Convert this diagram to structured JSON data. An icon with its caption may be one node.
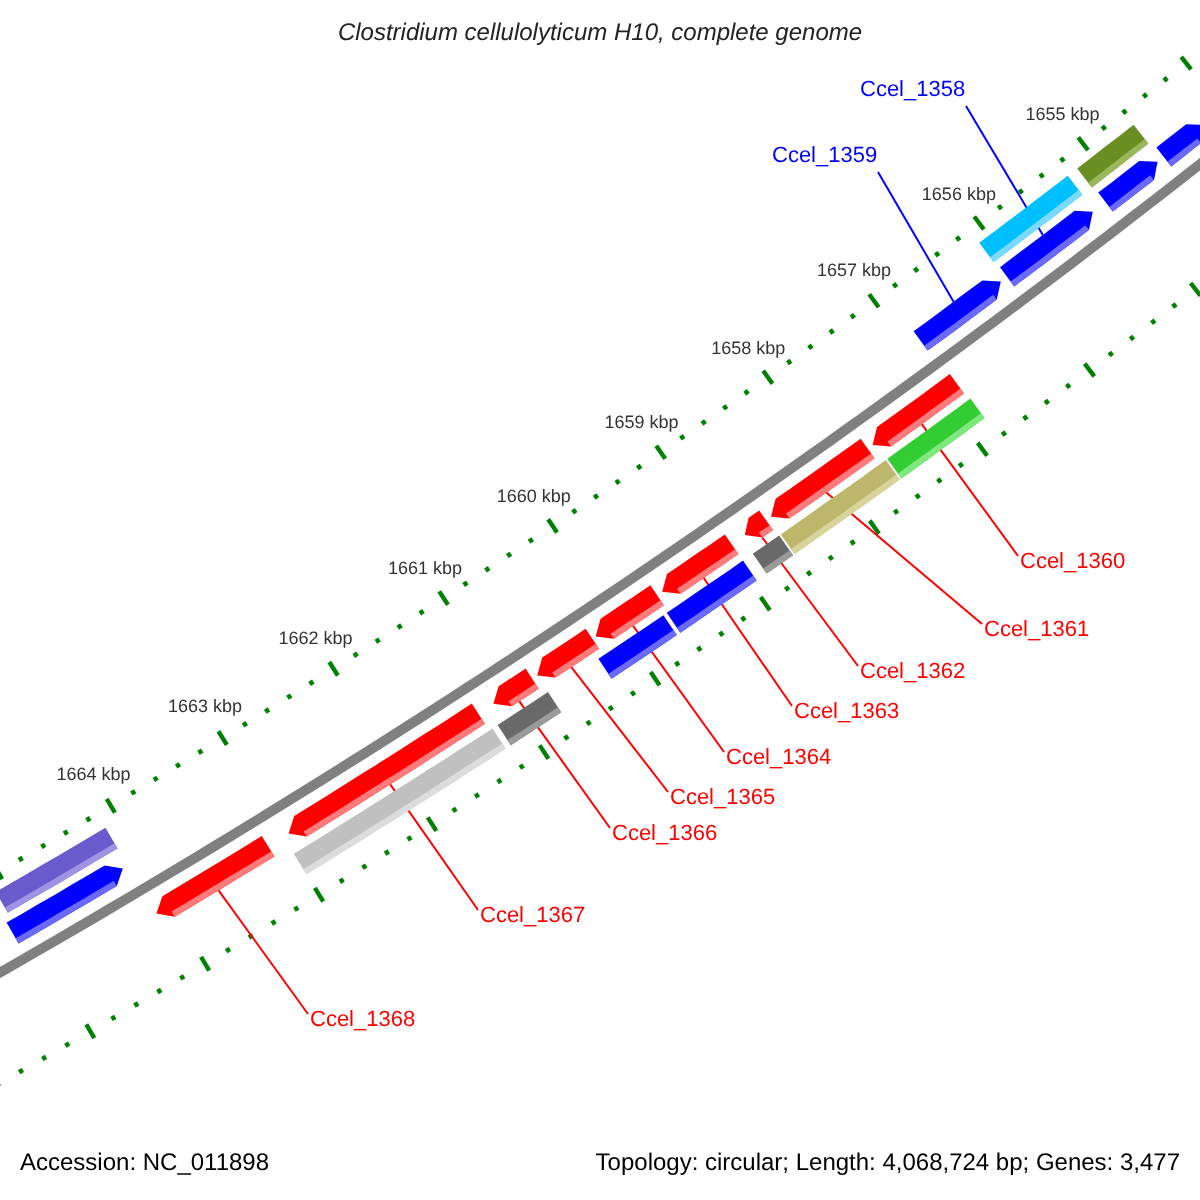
{
  "diagram": {
    "title": "Clostridium cellulolyticum H10, complete genome",
    "nodes": [
      {
        "text": [
          "Ccel_1358"
        ]
      },
      {
        "text": [
          "Ccel_1359"
        ]
      },
      {
        "text": [
          "Ccel_1360"
        ]
      },
      {
        "text": [
          "Ccel_1361"
        ]
      },
      {
        "text": [
          "Ccel_1362"
        ]
      },
      {
        "text": [
          "Ccel_1363"
        ]
      },
      {
        "text": [
          "Ccel_1364"
        ]
      },
      {
        "text": [
          "Ccel_1365"
        ]
      },
      {
        "text": [
          "Ccel_1366"
        ]
      },
      {
        "text": [
          "Ccel_1367"
        ]
      },
      {
        "text": [
          "Ccel_1368"
        ]
      },
      {
        "text": [],
        "shape": "arrow"
      },
      {
        "text": [],
        "shape": "arrow"
      },
      {
        "text": [],
        "shape": "arrow"
      },
      {
        "text": [],
        "shape": "arrow"
      },
      {
        "text": [],
        "shape": "arrow"
      },
      {
        "text": [],
        "shape": "arrow"
      },
      {
        "text": [],
        "shape": "arrow"
      },
      {
        "text": [],
        "shape": "arrow"
      },
      {
        "text": [],
        "shape": "arrow"
      },
      {
        "text": [],
        "shape": "arrow"
      },
      {
        "text": [],
        "shape": "arrow"
      },
      {
        "text": [],
        "shape": "bar"
      },
      {
        "text": [],
        "shape": "arrow"
      },
      {
        "text": [],
        "shape": "bar"
      },
      {
        "text": [],
        "shape": "bar"
      },
      {
        "text": [],
        "shape": "bar"
      },
      {
        "text": [],
        "shape": "bar"
      },
      {
        "text": [],
        "shape": "bar"
      },
      {
        "text": [],
        "shape": "bar"
      },
      {
        "text": [],
        "shape": "bar"
      },
      {
        "text": [],
        "shape": "bar"
      },
      {
        "text": [],
        "shape": "bar"
      },
      {
        "text": [],
        "shape": "arrow"
      },
      {
        "text": [],
        "shape": "arrow"
      }
    ],
    "edges": [
      {
        "from": 0,
        "to": 11,
        "arrow": "none",
        "color": "#0000ff"
      },
      {
        "from": 1,
        "to": 12,
        "arrow": "none",
        "color": "#0000ff"
      },
      {
        "from": 2,
        "to": 13,
        "arrow": "none"
      },
      {
        "from": 3,
        "to": 14,
        "arrow": "none"
      },
      {
        "from": 4,
        "to": 15,
        "arrow": "none"
      },
      {
        "from": 5,
        "to": 16,
        "arrow": "none"
      },
      {
        "from": 6,
        "to": 17,
        "arrow": "none"
      },
      {
        "from": 7,
        "to": 18,
        "arrow": "none"
      },
      {
        "from": 8,
        "to": 19,
        "arrow": "none"
      },
      {
        "from": 9,
        "to": 20,
        "arrow": "none"
      },
      {
        "from": 10,
        "to": 21,
        "arrow": "none"
      }
    ],
    "labels": [
      "1655 kbp",
      "1656 kbp",
      "1657 kbp",
      "1658 kbp",
      "1659 kbp",
      "1660 kbp",
      "1661 kbp",
      "1662 kbp",
      "1663 kbp",
      "1664 kbp",
      "Accession: NC_011898",
      "Topology: circular; Length: 4,068,724 bp; Genes: 3,477"
    ]
  }
}
